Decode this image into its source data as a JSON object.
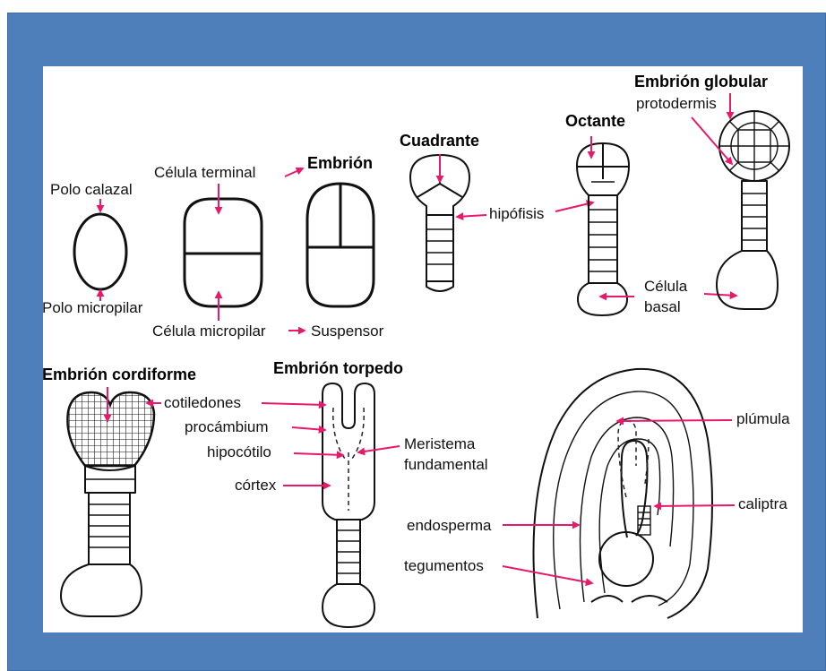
{
  "stages": {
    "embrion": "Embrión",
    "cuadrante": "Cuadrante",
    "octante": "Octante",
    "globular": "Embrión globular",
    "cordiforme": "Embrión cordiforme",
    "torpedo": "Embrión torpedo"
  },
  "labels": {
    "polo_calazal": "Polo calazal",
    "polo_micropilar": "Polo micropilar",
    "celula_terminal": "Célula terminal",
    "celula_micropilar": "Célula micropilar",
    "suspensor": "Suspensor",
    "hipofisis": "hipófisis",
    "protodermis": "protodermis",
    "celula": "Célula",
    "basal": "basal",
    "cotiledones": "cotiledones",
    "procambium": "procámbium",
    "hipocotilo": "hipocótilo",
    "cortex": "córtex",
    "meristema": "Meristema",
    "fundamental": "fundamental",
    "endosperma": "endosperma",
    "tegumentos": "tegumentos",
    "plumula": "plúmula",
    "caliptra": "caliptra"
  },
  "colors": {
    "frame": "#4f7fba",
    "panel": "#ffffff",
    "arrow": "#e8186b"
  }
}
